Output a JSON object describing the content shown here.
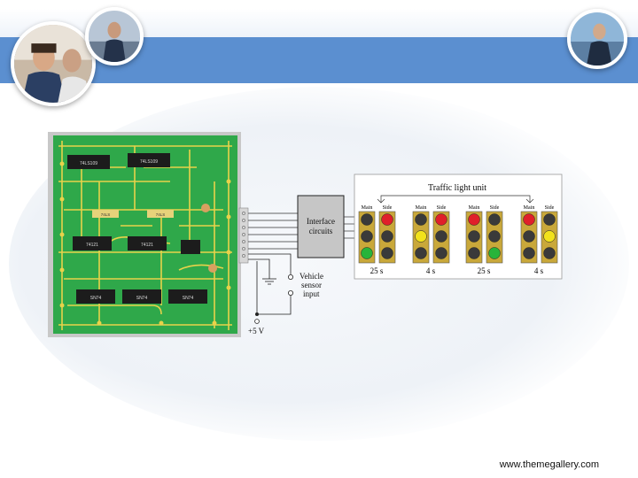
{
  "slide": {
    "footer_url": "www.themegallery.com"
  },
  "diagram": {
    "interface_label_line1": "Interface",
    "interface_label_line2": "circuits",
    "vehicle_label_line1": "Vehicle",
    "vehicle_label_line2": "sensor",
    "vehicle_label_line3": "input",
    "voltage_label": "+5 V",
    "traffic_title": "Traffic light unit",
    "chips_top": [
      "74LS109",
      "74LS109"
    ],
    "chips_mid": [
      "74LS",
      "74LS",
      "74121",
      "74121"
    ],
    "chips_bottom": [
      "SN74",
      "SN74",
      "SN74"
    ],
    "states": [
      {
        "main_label": "Main",
        "side_label": "Side",
        "main": "green",
        "side": "red",
        "time": "25 s"
      },
      {
        "main_label": "Main",
        "side_label": "Side",
        "main": "yellow",
        "side": "red",
        "time": "4 s"
      },
      {
        "main_label": "Main",
        "side_label": "Side",
        "main": "red",
        "side": "green",
        "time": "25 s"
      },
      {
        "main_label": "Main",
        "side_label": "Side",
        "main": "red",
        "side": "yellow",
        "time": "4 s"
      }
    ]
  },
  "colors": {
    "board": "#2fa84a",
    "trace": "#e8d24a",
    "lamp_off": "#3a3a3a",
    "red": "#e0202a",
    "yellow": "#f2e21c",
    "green": "#28b43a",
    "housing": "#c9a83a"
  }
}
